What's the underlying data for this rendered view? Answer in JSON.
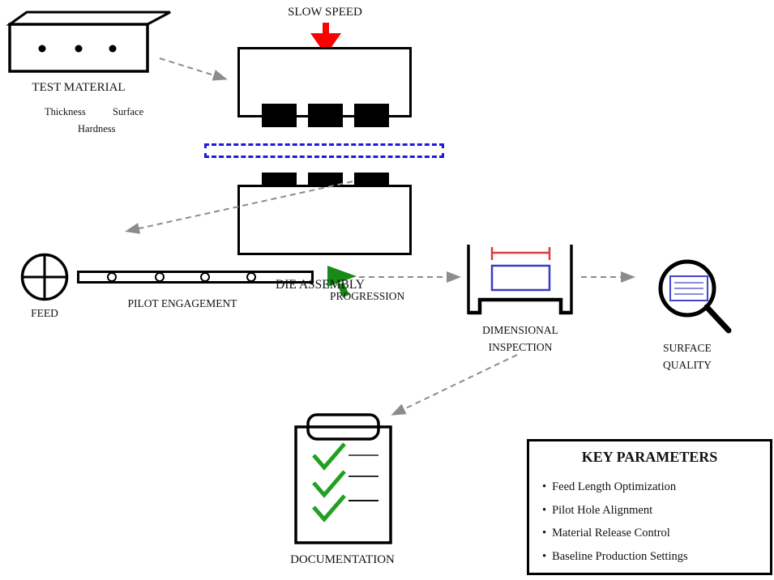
{
  "press": {
    "speed_label": "SLOW SPEED"
  },
  "test_material": {
    "label": "TEST MATERIAL",
    "props": [
      "Thickness",
      "Surface",
      "Hardness"
    ]
  },
  "feed": {
    "label": "FEED"
  },
  "pilot": {
    "label": "PILOT ENGAGEMENT"
  },
  "die_assembly": {
    "label": "DIE ASSEMBLY"
  },
  "progression": {
    "label": "PROGRESSION"
  },
  "inspection": {
    "label_line1": "DIMENSIONAL",
    "label_line2": "INSPECTION"
  },
  "surface_quality": {
    "label_line1": "SURFACE",
    "label_line2": "QUALITY"
  },
  "documentation": {
    "label": "DOCUMENTATION"
  },
  "key_parameters": {
    "title": "KEY PARAMETERS",
    "bullet": "•",
    "items": [
      "Feed Length Optimization",
      "Pilot Hole Alignment",
      "Material Release Control",
      "Baseline Production Settings"
    ]
  },
  "icons": {
    "material_block": "3d-box-with-dots",
    "press_arrow": "red-down-arrow",
    "feed_symbol": "crosshair-circle",
    "progression_arrow": "green-right-triangle",
    "inspection_gauge": "caliper-with-red-dimension-and-blue-part",
    "surface_loupe": "magnifier-over-blue-panel",
    "documentation_pad": "clipboard-with-green-checks"
  },
  "colors": {
    "press_arrow_red": "#ff0000",
    "dimension_red": "#e03a3a",
    "strip_blue": "#1b1bd8",
    "part_blue": "#3c3cc8",
    "progression_green": "#178a17",
    "check_green": "#21a021",
    "flow_gray": "#8c8c8c",
    "outline_black": "#000000"
  }
}
